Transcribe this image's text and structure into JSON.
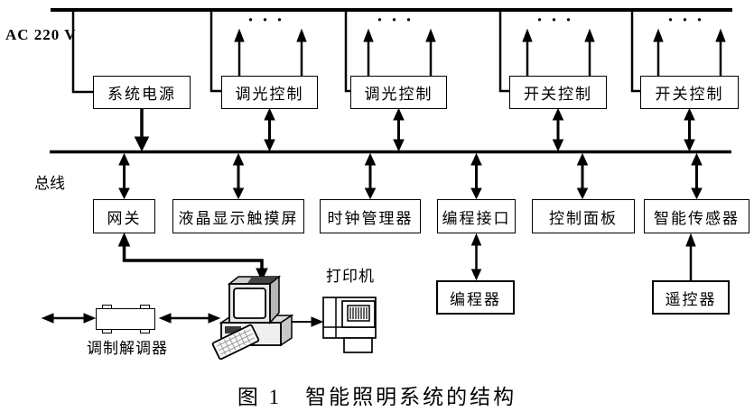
{
  "power_line_label": "AC 220 V",
  "bus_label": "总线",
  "ellipsis": "···",
  "top_row": [
    {
      "label": "系统电源"
    },
    {
      "label": "调光控制"
    },
    {
      "label": "调光控制"
    },
    {
      "label": "开关控制"
    },
    {
      "label": "开关控制"
    }
  ],
  "bus_row": [
    {
      "label": "网关"
    },
    {
      "label": "液晶显示触摸屏"
    },
    {
      "label": "时钟管理器"
    },
    {
      "label": "编程接口"
    },
    {
      "label": "控制面板"
    },
    {
      "label": "智能传感器"
    }
  ],
  "peripherals": {
    "modem_label": "调制解调器",
    "printer_label": "打印机",
    "programmer_label": "编程器",
    "remote_label": "遥控器"
  },
  "caption": "图 1　智能照明系统的结构",
  "colors": {
    "line": "#000000",
    "background": "#ffffff"
  }
}
